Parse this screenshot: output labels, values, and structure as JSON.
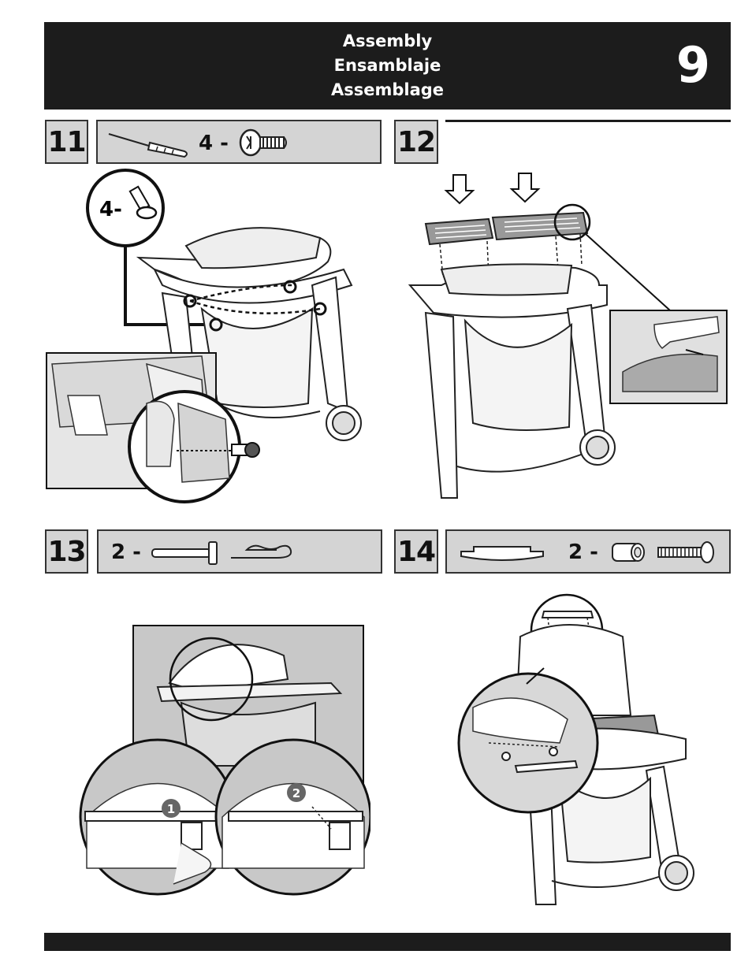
{
  "header": {
    "title_en": "Assembly",
    "title_es": "Ensamblaje",
    "title_fr": "Assemblage",
    "page_number": "9"
  },
  "steps": [
    {
      "number": "11",
      "parts_qty": "4 -",
      "callout_qty": "4-",
      "parts": [
        "screwdriver-icon",
        "screw-icon"
      ]
    },
    {
      "number": "12"
    },
    {
      "number": "13",
      "parts_qty": "2 -",
      "parts": [
        "pin-icon",
        "hairpin-clip-icon"
      ],
      "substeps": [
        "1",
        "2"
      ]
    },
    {
      "number": "14",
      "parts_qty": "2 -",
      "parts": [
        "handle-icon",
        "spacer-icon",
        "bolt-icon"
      ]
    }
  ],
  "colors": {
    "dark": "#1c1c1c",
    "panel": "#d4d4d4",
    "shade": "#c8c8c8"
  }
}
